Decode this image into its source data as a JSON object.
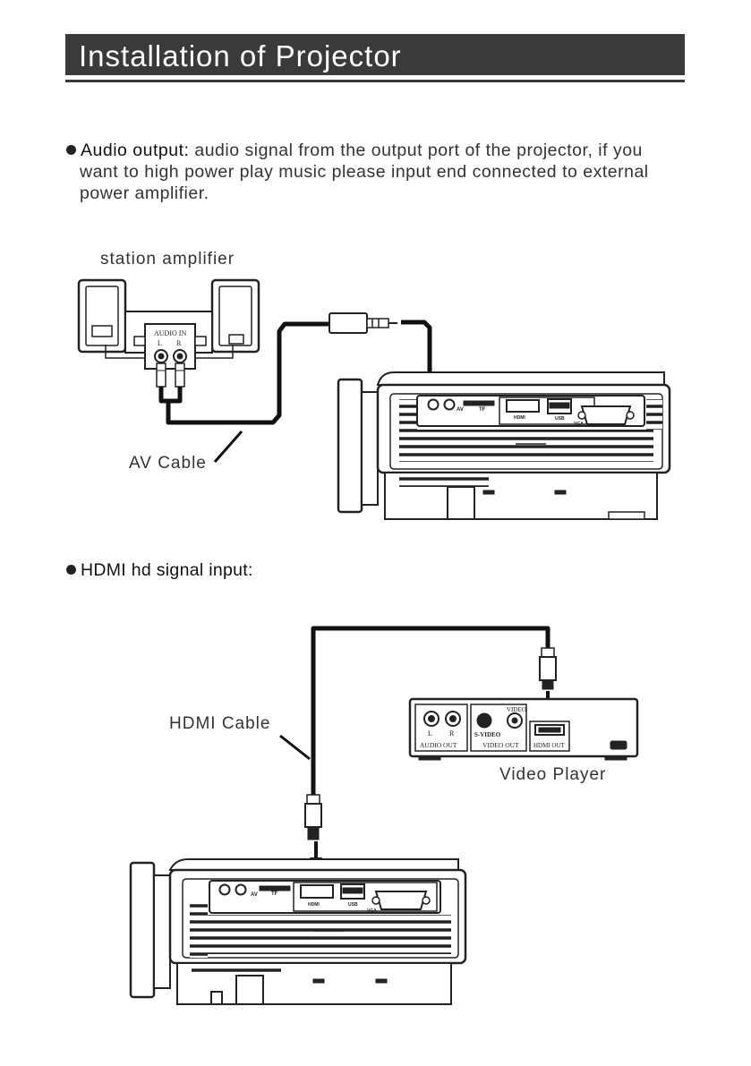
{
  "page": {
    "title": "Installation of Projector"
  },
  "audio_section": {
    "lead": "Audio output:",
    "text_line1": " audio signal from the output port of the projector, if you",
    "text_line2": "want to high power play music please input end connected to external",
    "text_line3": "power amplifier.",
    "amplifier_label": "station amplifier",
    "cable_label": "AV Cable",
    "amp_panel_title": "AUDIO IN",
    "amp_l": "L",
    "amp_r": "R"
  },
  "hdmi_section": {
    "heading": "HDMI hd signal input:",
    "cable_label": "HDMI Cable",
    "player_label": "Video Player",
    "player_ports": {
      "audio_l": "L",
      "audio_r": "R",
      "svideo": "S-VIDEO",
      "video": "VIDEO",
      "audio_out": "AUDIO OUT",
      "video_out": "VIDEO OUT",
      "hdmi_out": "HDMI OUT"
    }
  },
  "projector_ports": {
    "av": "AV",
    "tf": "TF",
    "hdmi": "HDMI",
    "usb": "USB",
    "vga": "VGA"
  }
}
